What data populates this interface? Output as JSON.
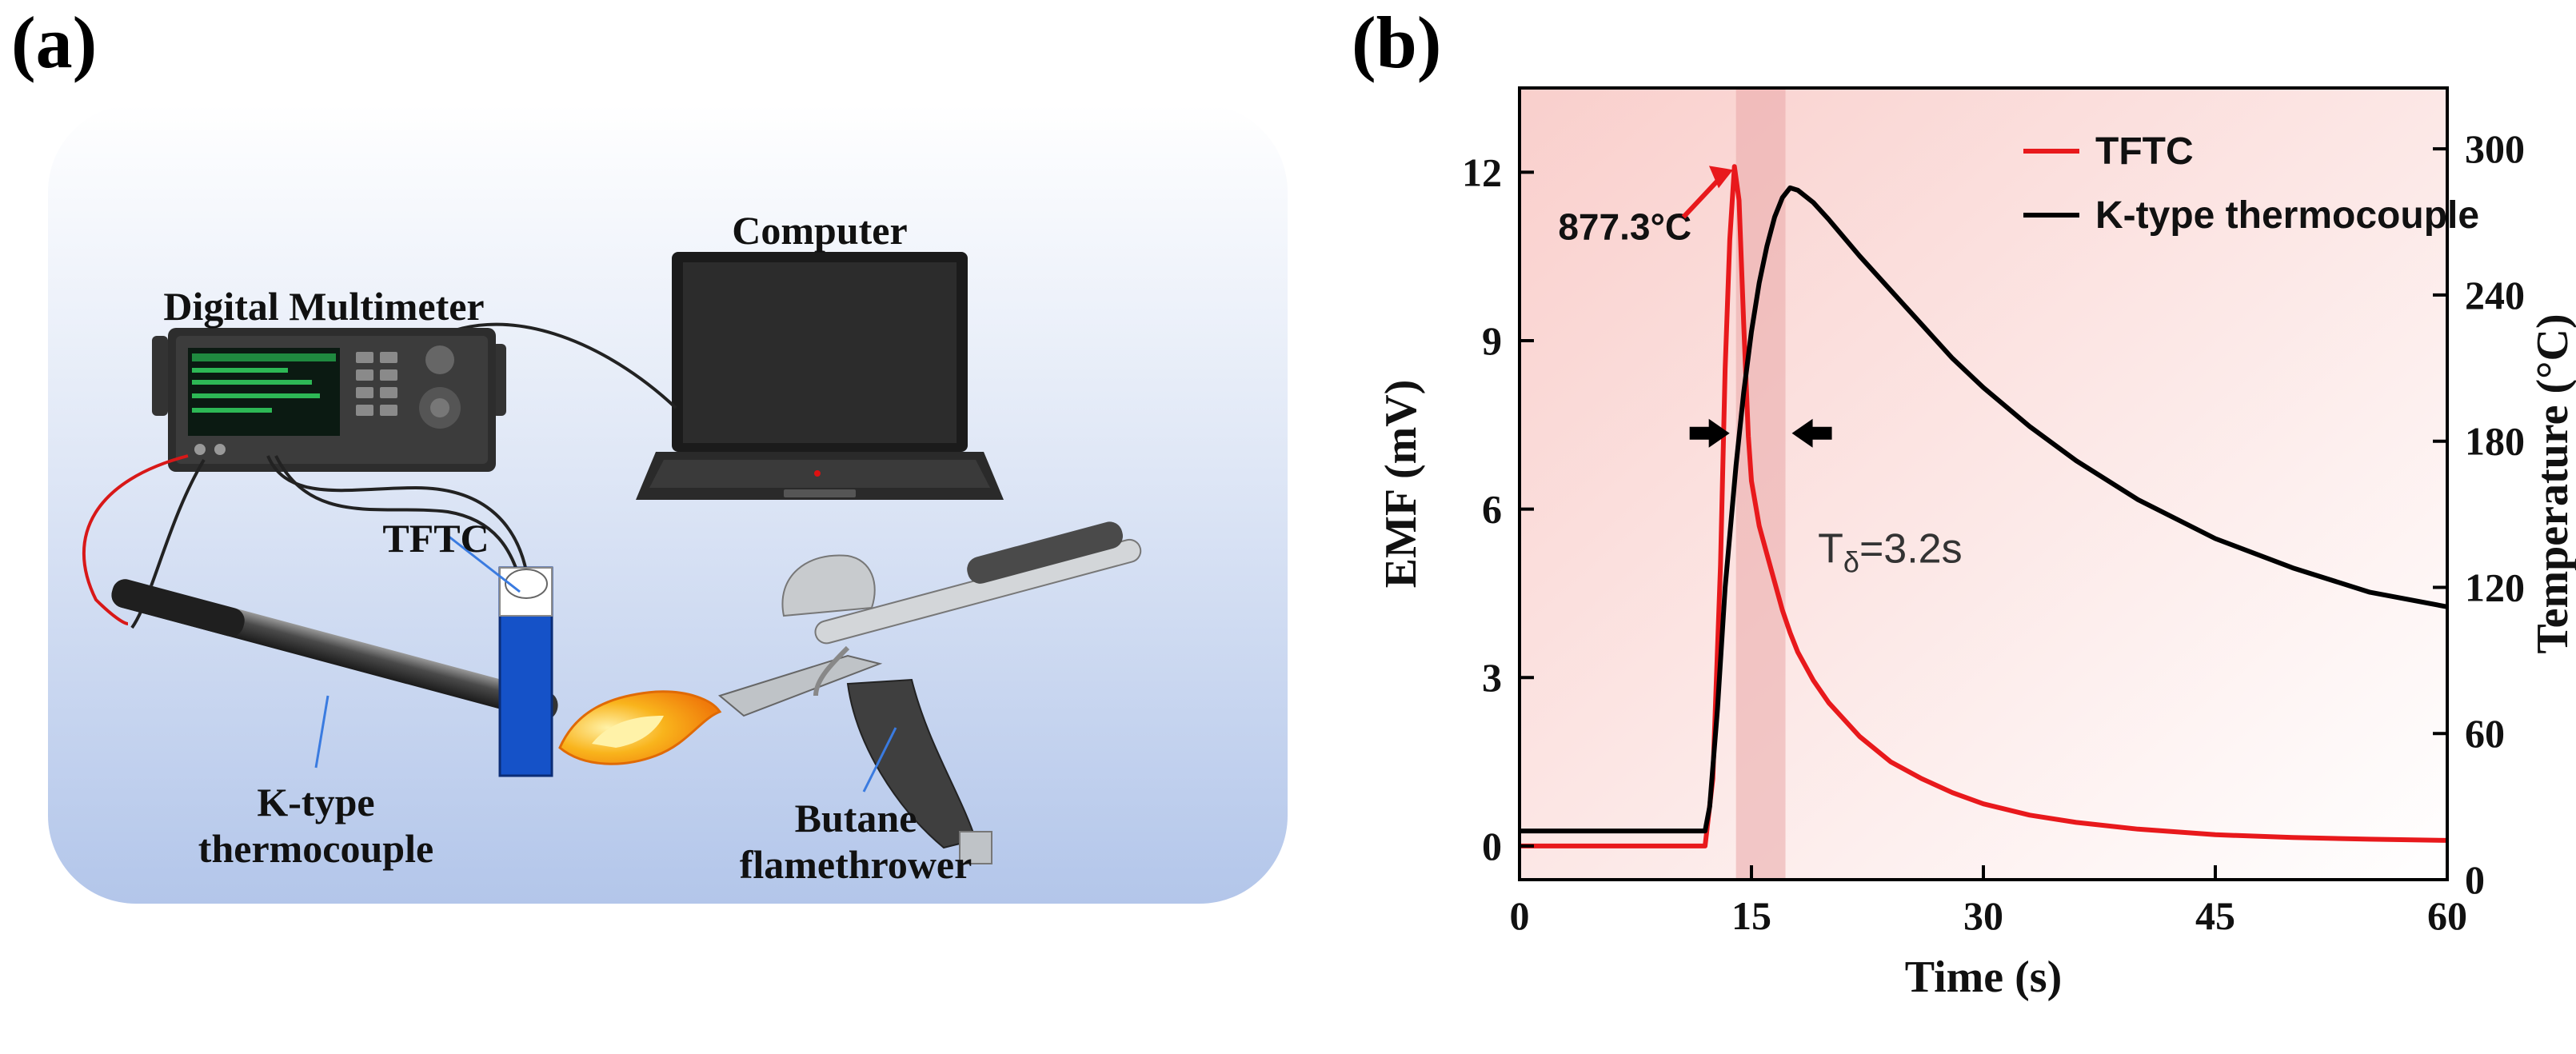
{
  "panel_labels": {
    "a": "(a)",
    "b": "(b)"
  },
  "setup": {
    "computer": "Computer",
    "multimeter": "Digital Multimeter",
    "tftc": "TFTC",
    "ktype_line1": "K-type",
    "ktype_line2": "thermocouple",
    "butane_line1": "Butane",
    "butane_line2": "flamethrower"
  },
  "colors": {
    "tftc": "#e8191c",
    "ktype": "#000000",
    "plot_bg": "#fbe2e0",
    "shaded_band": "#e9a8a8",
    "setup_bg": "#c5d3ee",
    "tftc_probe": "#1552c8",
    "flame": "#f5a20a"
  },
  "chart_data": {
    "type": "line",
    "xlabel": "Time (s)",
    "ylabel_left": "EMF (mV)",
    "ylabel_right": "Temperature (°C)",
    "xlim": [
      0,
      60
    ],
    "ylim_left": [
      -0.6,
      13.5
    ],
    "ylim_right": [
      0,
      325
    ],
    "x_ticks": [
      "0",
      "15",
      "30",
      "45",
      "60"
    ],
    "y_ticks_left": [
      "0",
      "3",
      "6",
      "9",
      "12"
    ],
    "y_ticks_right": [
      "0",
      "60",
      "120",
      "180",
      "240",
      "300"
    ],
    "shaded_region": [
      14.0,
      17.2
    ],
    "annotation_peak": "877.3°C",
    "annotation_delta_prefix": "T",
    "annotation_delta_sub": "δ",
    "annotation_delta_suffix": "=3.2s",
    "series": [
      {
        "name": "TFTC",
        "axis": "left",
        "color": "#e8191c",
        "x": [
          0,
          12.0,
          12.5,
          13.0,
          13.3,
          13.6,
          13.9,
          14.2,
          14.5,
          14.8,
          15.0,
          15.5,
          16.0,
          16.5,
          17.0,
          17.5,
          18.0,
          19.0,
          20.0,
          22.0,
          24.0,
          26.0,
          28.0,
          30.0,
          33.0,
          36.0,
          40.0,
          45.0,
          50.0,
          55.0,
          60.0
        ],
        "y": [
          0,
          0,
          1.2,
          5.0,
          8.5,
          10.8,
          12.1,
          11.5,
          9.3,
          7.3,
          6.5,
          5.7,
          5.2,
          4.7,
          4.2,
          3.8,
          3.45,
          2.95,
          2.55,
          1.95,
          1.5,
          1.2,
          0.95,
          0.75,
          0.55,
          0.42,
          0.3,
          0.2,
          0.15,
          0.12,
          0.1
        ]
      },
      {
        "name": "K-type thermocouple",
        "axis": "right",
        "color": "#000000",
        "x": [
          0,
          12.0,
          12.3,
          12.8,
          13.3,
          14.0,
          14.5,
          15.0,
          15.5,
          16.0,
          16.5,
          17.0,
          17.5,
          18.0,
          19.0,
          20.0,
          22.0,
          25.0,
          28.0,
          30.0,
          33.0,
          36.0,
          40.0,
          45.0,
          50.0,
          55.0,
          60.0
        ],
        "y": [
          20,
          20,
          30,
          70,
          120,
          170,
          200,
          225,
          245,
          260,
          272,
          280,
          284,
          283,
          278,
          271,
          256,
          235,
          214,
          202,
          186,
          172,
          156,
          140,
          128,
          118,
          112
        ]
      }
    ]
  }
}
